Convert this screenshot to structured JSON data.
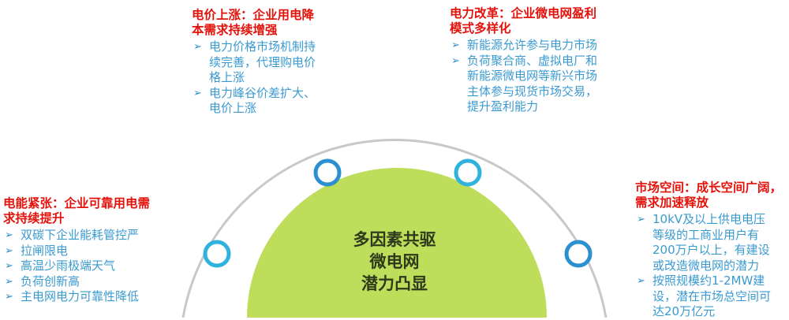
{
  "diagram": {
    "center": {
      "lines": [
        "多因素共驱",
        "微电网",
        "潜力凸显"
      ],
      "fill_color": "#bedd5a"
    },
    "arc_color": "#c8c8c8",
    "node_colors": [
      "#2fb3de",
      "#2b8fd0",
      "#2fb3de",
      "#2b8fd0"
    ],
    "factors": [
      {
        "id": "electricity-price",
        "heading": "电价上涨：企业用电降本需求持续增强",
        "heading_lines": [
          "电价上涨：企业用电降",
          "本需求持续增强"
        ],
        "bullets": [
          {
            "lines": [
              "电力价格市场机制持",
              "续完善，代理购电价",
              "格上涨"
            ]
          },
          {
            "lines": [
              "电力峰谷价差扩大、",
              "电价上涨"
            ]
          }
        ]
      },
      {
        "id": "power-reform",
        "heading": "电力改革：企业微电网盈利模式多样化",
        "heading_lines": [
          "电力改革：企业微电网盈利",
          "模式多样化"
        ],
        "bullets": [
          {
            "lines": [
              "新能源允许参与电力市场"
            ]
          },
          {
            "lines": [
              "负荷聚合商、虚拟电厂和",
              "新能源微电网等新兴市场",
              "主体参与现货市场交易，",
              "提升盈利能力"
            ]
          }
        ]
      },
      {
        "id": "power-shortage",
        "heading": "电能紧张：企业可靠用电需求持续提升",
        "heading_lines": [
          "电能紧张：企业可靠用电需",
          "求持续提升"
        ],
        "bullets": [
          {
            "lines": [
              "双碳下企业能耗管控严"
            ]
          },
          {
            "lines": [
              "拉闸限电"
            ]
          },
          {
            "lines": [
              "高温少雨极端天气"
            ]
          },
          {
            "lines": [
              "负荷创新高"
            ]
          },
          {
            "lines": [
              "主电网电力可靠性降低"
            ]
          }
        ]
      },
      {
        "id": "market-space",
        "heading": "市场空间：成长空间广阔，需求加速释放",
        "heading_lines": [
          "市场空间：成长空间广阔，",
          "需求加速释放"
        ],
        "bullets": [
          {
            "lines": [
              "10kV及以上供电电压",
              "等级的工商业用户有",
              "200万户以上，有建设",
              "或改造微电网的潜力"
            ]
          },
          {
            "lines": [
              "按照规模约1-2MW建",
              "设，潜在市场总空间可",
              "达20万亿元"
            ]
          }
        ]
      }
    ],
    "bullet_symbol": "➢"
  }
}
